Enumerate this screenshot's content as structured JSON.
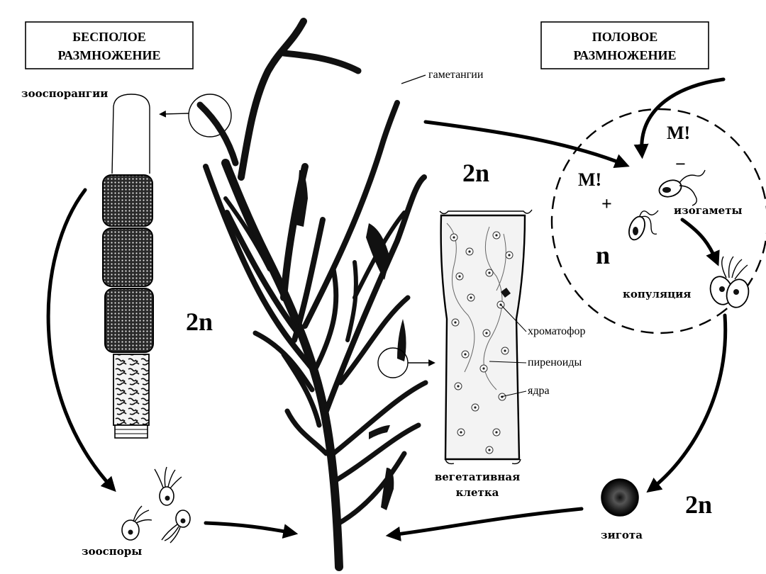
{
  "boxes": {
    "asexual": [
      "БЕСПОЛОЕ",
      "РАЗМНОЖЕНИЕ"
    ],
    "sexual": [
      "ПОЛОВОЕ",
      "РАЗМНОЖЕНИЕ"
    ]
  },
  "labels": {
    "zoosporangia": "зооспорангии",
    "gametangia": "гаметангии",
    "isogametes": "изогаметы",
    "copulation": "копуляция",
    "zygote": "зигота",
    "zoospores": "зооспоры",
    "vegetative_line1": "вегетативная",
    "vegetative_line2": "клетка",
    "chromatophore": "хроматофор",
    "pyrenoids": "пиреноиды",
    "nuclei": "ядра"
  },
  "ploidy": {
    "left": "2n",
    "center": "2n",
    "haploid": "n",
    "zygote_side": "2n"
  },
  "marks": {
    "m_top": "М!",
    "m_left": "М!",
    "minus": "−",
    "plus": "+"
  }
}
